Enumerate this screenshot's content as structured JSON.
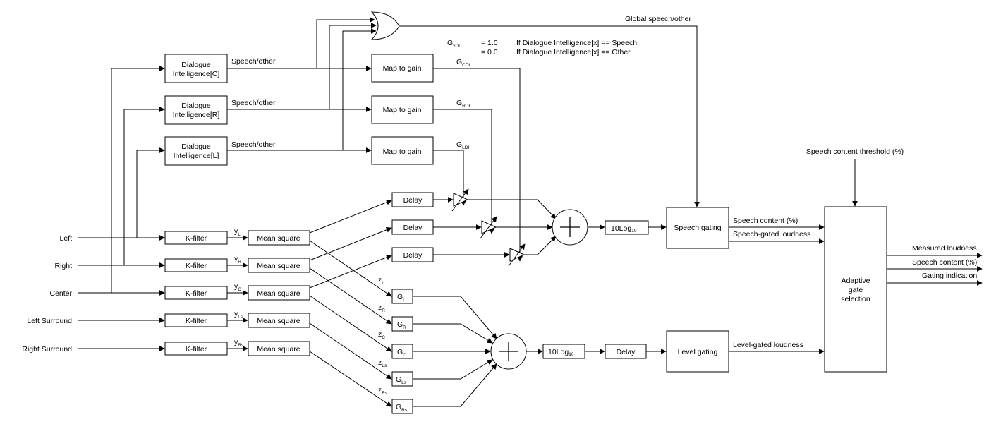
{
  "inputs": {
    "left": "Left",
    "right": "Right",
    "center": "Center",
    "left_surround": "Left Surround",
    "right_surround": "Right Surround"
  },
  "dialogue_blocks": {
    "c": [
      "Dialogue",
      "Intelligence[C]"
    ],
    "r": [
      "Dialogue",
      "Intelligence[R]"
    ],
    "l": [
      "Dialogue",
      "Intelligence[L]"
    ]
  },
  "speech_other": "Speech/other",
  "global_speech_other": "Global speech/other",
  "map_to_gain": "Map to gain",
  "gains": {
    "c": {
      "base": "G",
      "sub": "CDI"
    },
    "r": {
      "base": "G",
      "sub": "RDI"
    },
    "l": {
      "base": "G",
      "sub": "LDI"
    }
  },
  "legend": {
    "symbol": {
      "base": "G",
      "sub": "xDI"
    },
    "speech_value": "= 1.0",
    "other_value": "= 0.0",
    "speech_rule": "If Dialogue Intelligence[x] == Speech",
    "other_rule": "If Dialogue Intelligence[x] == Other"
  },
  "k_filter": "K-filter",
  "mean_square": "Mean square",
  "y_labels": [
    {
      "base": "y",
      "sub": "L"
    },
    {
      "base": "y",
      "sub": "R"
    },
    {
      "base": "y",
      "sub": "C"
    },
    {
      "base": "y",
      "sub": "Ls"
    },
    {
      "base": "y",
      "sub": "Rs"
    }
  ],
  "z_labels": [
    {
      "base": "z",
      "sub": "L"
    },
    {
      "base": "z",
      "sub": "R"
    },
    {
      "base": "z",
      "sub": "C"
    },
    {
      "base": "z",
      "sub": "Ls"
    },
    {
      "base": "z",
      "sub": "Rs"
    }
  ],
  "weight_blocks": [
    {
      "base": "G",
      "sub": "L"
    },
    {
      "base": "G",
      "sub": "R"
    },
    {
      "base": "G",
      "sub": "C"
    },
    {
      "base": "G",
      "sub": "Ls"
    },
    {
      "base": "G",
      "sub": "Rs"
    }
  ],
  "delay": "Delay",
  "log_block": {
    "base": "10Log",
    "sub": "10"
  },
  "speech_gating": "Speech gating",
  "level_gating": "Level gating",
  "speech_content_pct": "Speech content (%)",
  "speech_gated_loudness": "Speech-gated loudness",
  "level_gated_loudness": "Level-gated loudness",
  "speech_threshold": "Speech content threshold (%)",
  "adaptive": [
    "Adaptive",
    "gate",
    "selection"
  ],
  "outputs": {
    "measured_loudness": "Measured loudness",
    "speech_content": "Speech content (%)",
    "gating_indication": "Gating indication"
  }
}
